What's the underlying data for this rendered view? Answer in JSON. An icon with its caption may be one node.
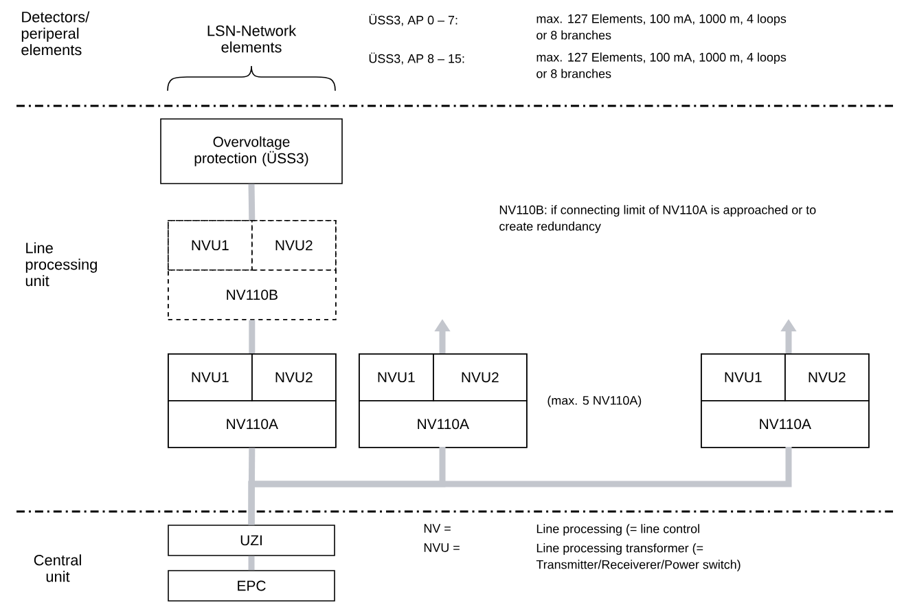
{
  "diagram": {
    "nodes": [
      {
        "text": [
          "Overvoltage protection (ÜSS3)"
        ]
      },
      {
        "text": [],
        "shape": "box"
      },
      {
        "text": [
          "NVU1"
        ],
        "in": 1
      },
      {
        "text": [
          "NVU2"
        ],
        "in": 1
      },
      {
        "text": [
          "NV110B"
        ],
        "in": 1
      },
      {
        "text": [],
        "shape": "box"
      },
      {
        "text": [
          "NVU1"
        ],
        "in": 5
      },
      {
        "text": [
          "NVU2"
        ],
        "in": 5
      },
      {
        "text": [
          "NV110A"
        ],
        "in": 5
      },
      {
        "text": [],
        "shape": "box"
      },
      {
        "text": [
          "NVU1"
        ],
        "in": 9
      },
      {
        "text": [
          "NVU2"
        ],
        "in": 9
      },
      {
        "text": [
          "NV110A"
        ],
        "in": 9
      },
      {
        "text": [],
        "shape": "box"
      },
      {
        "text": [
          "NVU1"
        ],
        "in": 13
      },
      {
        "text": [
          "NVU2"
        ],
        "in": 13
      },
      {
        "text": [
          "NV110A"
        ],
        "in": 13
      },
      {
        "text": [
          "UZI"
        ]
      },
      {
        "text": [
          "EPC"
        ]
      }
    ],
    "edges": [
      {
        "from": 0,
        "to": 1,
        "arrow": "none"
      },
      {
        "from": 1,
        "to": 5,
        "arrow": "none"
      },
      {
        "from": 9,
        "to": null,
        "arrow": "to"
      },
      {
        "from": 13,
        "to": null,
        "arrow": "to"
      },
      {
        "from": 5,
        "to": 17,
        "arrow": "none"
      },
      {
        "from": 9,
        "to": 17,
        "arrow": "none"
      },
      {
        "from": 13,
        "to": 17,
        "arrow": "none"
      },
      {
        "from": 17,
        "to": 18,
        "arrow": "none"
      }
    ],
    "labels": [
      "Detectors/ periperal elements",
      "LSN-Network elements",
      "ÜSS3, AP 0 – 7:",
      "max. 127 Elements, 100 mA, 1000 m, 4 loops or 8 branches",
      "ÜSS3, AP 8 – 15:",
      "max. 127 Elements, 100 mA, 1000 m, 4 loops or 8 branches",
      "Line processing unit",
      "NV110B: if connecting limit of NV110A is approached or to create redundancy",
      "(max. 5 NV110A)",
      "Central unit",
      "NV =",
      "Line processing (= line control",
      "NVU =",
      "Line processing transformer (= Transmitter/Receiverer/Power switch)"
    ]
  }
}
